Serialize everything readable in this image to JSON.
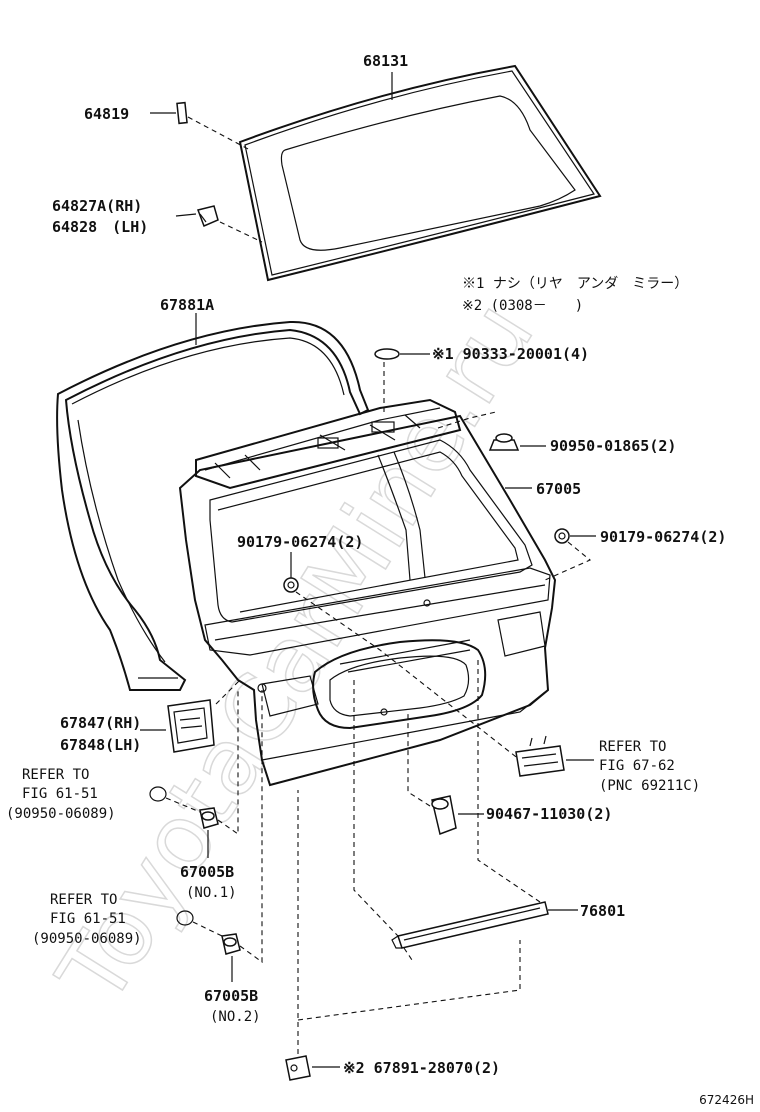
{
  "watermark": "ToyotaCarMine.ru",
  "figure_id": "672426H",
  "notes": {
    "note1": "※1 ナシ（リヤ　アンダ　ミラー）",
    "note2": "※2 (0308－　　)"
  },
  "labels": {
    "p68131": "68131",
    "p64819": "64819",
    "p64827a": "64827A(RH)",
    "p64828": "64828　(LH)",
    "p67881a": "67881A",
    "p90333": "※1 90333-20001(4)",
    "p90950_01865": "90950-01865(2)",
    "p67005": "67005",
    "p90179_left": "90179-06274(2)",
    "p90179_right": "90179-06274(2)",
    "p67847": "67847(RH)",
    "p67848": "67848(LH)",
    "refer1_line1": "REFER TO",
    "refer1_line2": "FIG 61-51",
    "refer1_line3": "(90950-06089)",
    "p67005b_1": "67005B",
    "p67005b_1_sub": "(NO.1)",
    "refer2_line1": "REFER TO",
    "refer2_line2": "FIG 61-51",
    "refer2_line3": "(90950-06089)",
    "p67005b_2": "67005B",
    "p67005b_2_sub": "(NO.2)",
    "refer3_line1": "REFER TO",
    "refer3_line2": "FIG 67-62",
    "refer3_line3": "(PNC 69211C)",
    "p90467": "90467-11030(2)",
    "p76801": "76801",
    "p67891": "※2 67891-28070(2)"
  }
}
